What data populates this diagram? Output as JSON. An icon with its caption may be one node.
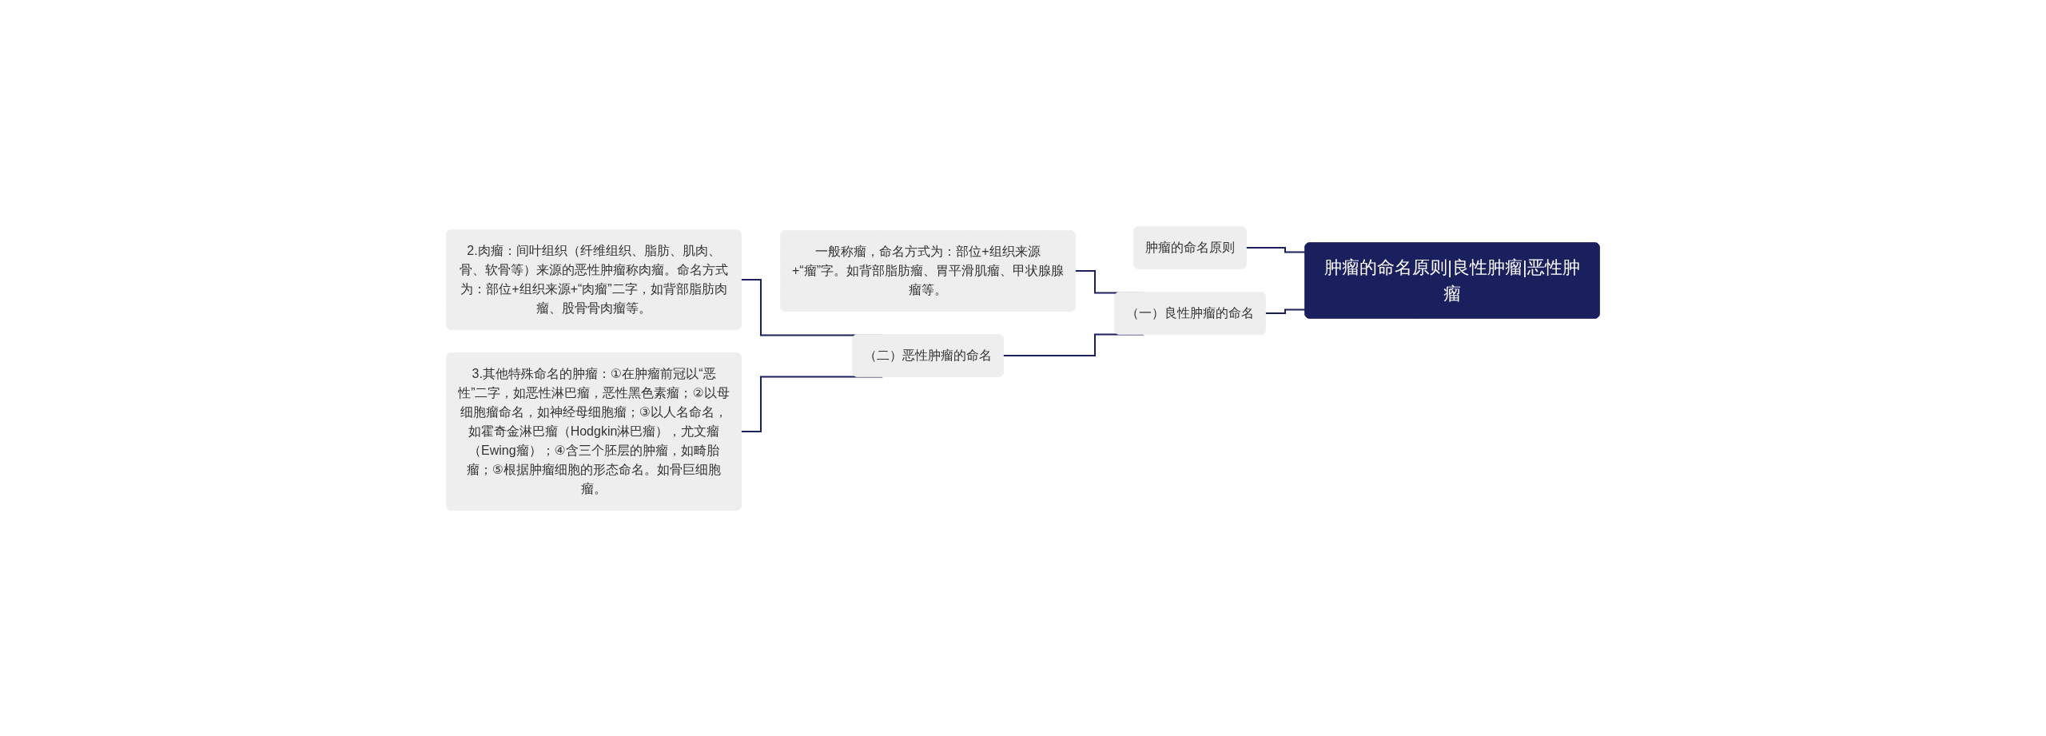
{
  "diagram": {
    "nodes": [
      {
        "text": [
          "肿瘤的命名原则|良性肿瘤|恶性肿瘤"
        ]
      },
      {
        "text": [
          "肿瘤的命名原则"
        ]
      },
      {
        "text": [
          "（一）良性肿瘤的命名"
        ]
      },
      {
        "text": [
          "一般称瘤，命名方式为：部位+组织来源+“瘤”字。如背部脂肪瘤、胃平滑肌瘤、甲状腺腺瘤等。"
        ]
      },
      {
        "text": [
          "（二）恶性肿瘤的命名"
        ]
      },
      {
        "text": [
          "2.肉瘤：间叶组织（纤维组织、脂肪、肌肉、骨、软骨等）来源的恶性肿瘤称肉瘤。命名方式为：部位+组织来源+“肉瘤”二字，如背部脂肪肉瘤、股骨骨肉瘤等。"
        ]
      },
      {
        "text": [
          "3.其他特殊命名的肿瘤：①在肿瘤前冠以“恶性”二字，如恶性淋巴瘤，恶性黑色素瘤；②以母细胞瘤命名，如神经母细胞瘤；③以人名命名，如霍奇金淋巴瘤（Hodgkin淋巴瘤），尤文瘤（Ewing瘤）；④含三个胚层的肿瘤，如畸胎瘤；⑤根据肿瘤细胞的形态命名。如骨巨细胞瘤。"
        ]
      }
    ],
    "edges": [
      {
        "from": 0,
        "to": 1,
        "arrow": "none"
      },
      {
        "from": 0,
        "to": 2,
        "arrow": "none"
      },
      {
        "from": 2,
        "to": 3,
        "arrow": "none"
      },
      {
        "from": 2,
        "to": 4,
        "arrow": "none"
      },
      {
        "from": 4,
        "to": 5,
        "arrow": "none"
      },
      {
        "from": 4,
        "to": 6,
        "arrow": "none"
      }
    ]
  }
}
